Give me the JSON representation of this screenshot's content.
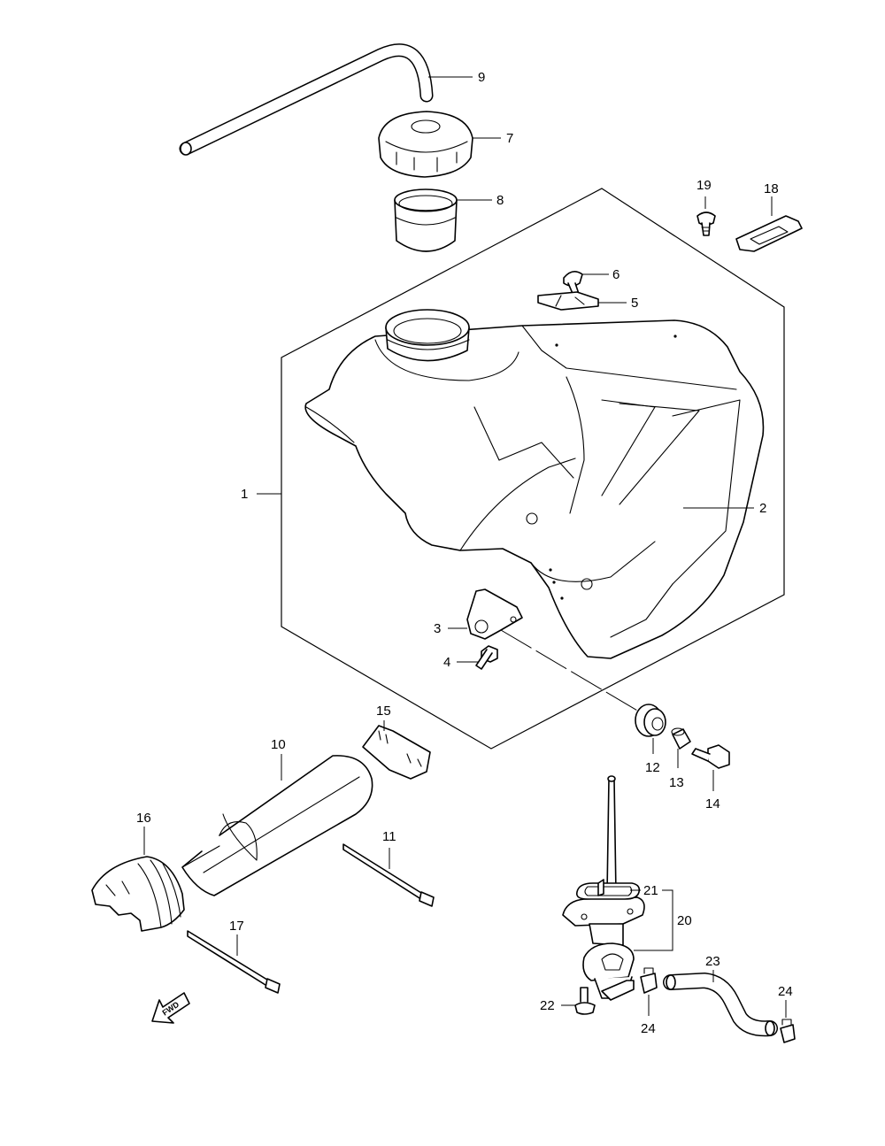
{
  "callouts": {
    "c1": "1",
    "c2": "2",
    "c3": "3",
    "c4": "4",
    "c5": "5",
    "c6": "6",
    "c7": "7",
    "c8": "8",
    "c9": "9",
    "c10": "10",
    "c11": "11",
    "c12": "12",
    "c13": "13",
    "c14": "14",
    "c15": "15",
    "c16": "16",
    "c17": "17",
    "c18": "18",
    "c19": "19",
    "c20": "20",
    "c21": "21",
    "c22": "22",
    "c23": "23",
    "c24a": "24",
    "c24b": "24"
  },
  "fwd_label": "FWD"
}
